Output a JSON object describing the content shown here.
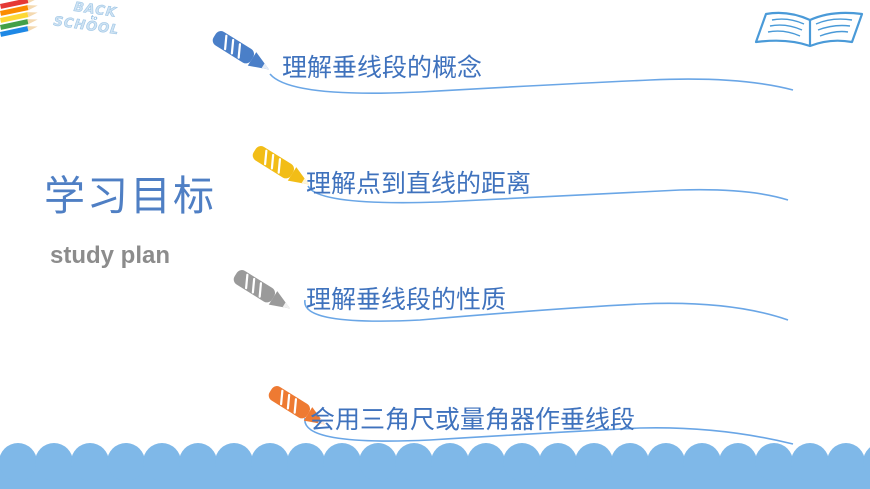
{
  "decorations": {
    "badge_line1": "BACK",
    "badge_line2": "to",
    "badge_line3": "SCHOOL",
    "pencil_colors_top_left": [
      "#e53935",
      "#fb8c00",
      "#fdd835",
      "#43a047",
      "#1e88e5"
    ],
    "book_color": "#4a9ad8",
    "wave_color": "#7fb8e8"
  },
  "heading": {
    "title": "学习目标",
    "subtitle": "study plan"
  },
  "objectives": [
    {
      "text": "理解垂线段的概念",
      "pencil_color": "#4a7fc8",
      "pencil_icon": "pencil-icon"
    },
    {
      "text": "理解点到直线的距离",
      "pencil_color": "#f2bd17",
      "pencil_icon": "pencil-icon"
    },
    {
      "text": "理解垂线段的性质",
      "pencil_color": "#9a9a9a",
      "pencil_icon": "pencil-icon"
    },
    {
      "text": "会用三角尺或量角器作垂线段",
      "pencil_color": "#ee7a32",
      "pencil_icon": "pencil-icon"
    }
  ],
  "colors": {
    "text_blue": "#3f72bd",
    "underline_blue": "#6aa6e6",
    "subtitle_gray": "#8c8c8c"
  }
}
